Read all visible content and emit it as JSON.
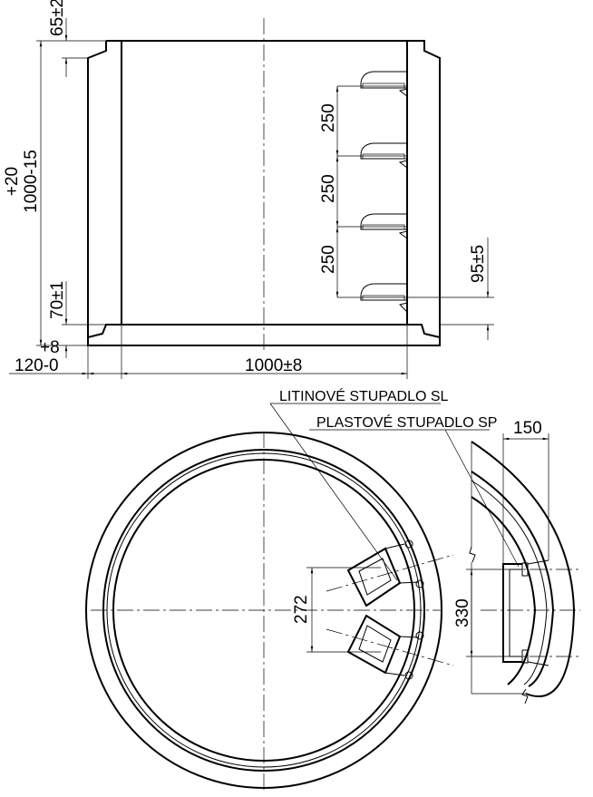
{
  "side_view": {
    "dims": {
      "top_lip": "65±2",
      "height_tol_plus": "+20",
      "height": "1000-15",
      "bottom_step": "70±1",
      "rung_spacing_1": "250",
      "rung_spacing_2": "250",
      "rung_spacing_3": "250",
      "rung_bottom": "95±5",
      "base_tol_plus": "+8",
      "base_wall": "120-0",
      "inner_width": "1000±8"
    }
  },
  "plan_view": {
    "labels": {
      "cast_iron_step": "LITINOVÉ STUPADLO SL",
      "plastic_step": "PLASTOVÉ STUPADLO SP"
    },
    "dims": {
      "step_spacing_sl": "272",
      "step_spacing_sp": "330",
      "step_width_sp": "150"
    }
  }
}
